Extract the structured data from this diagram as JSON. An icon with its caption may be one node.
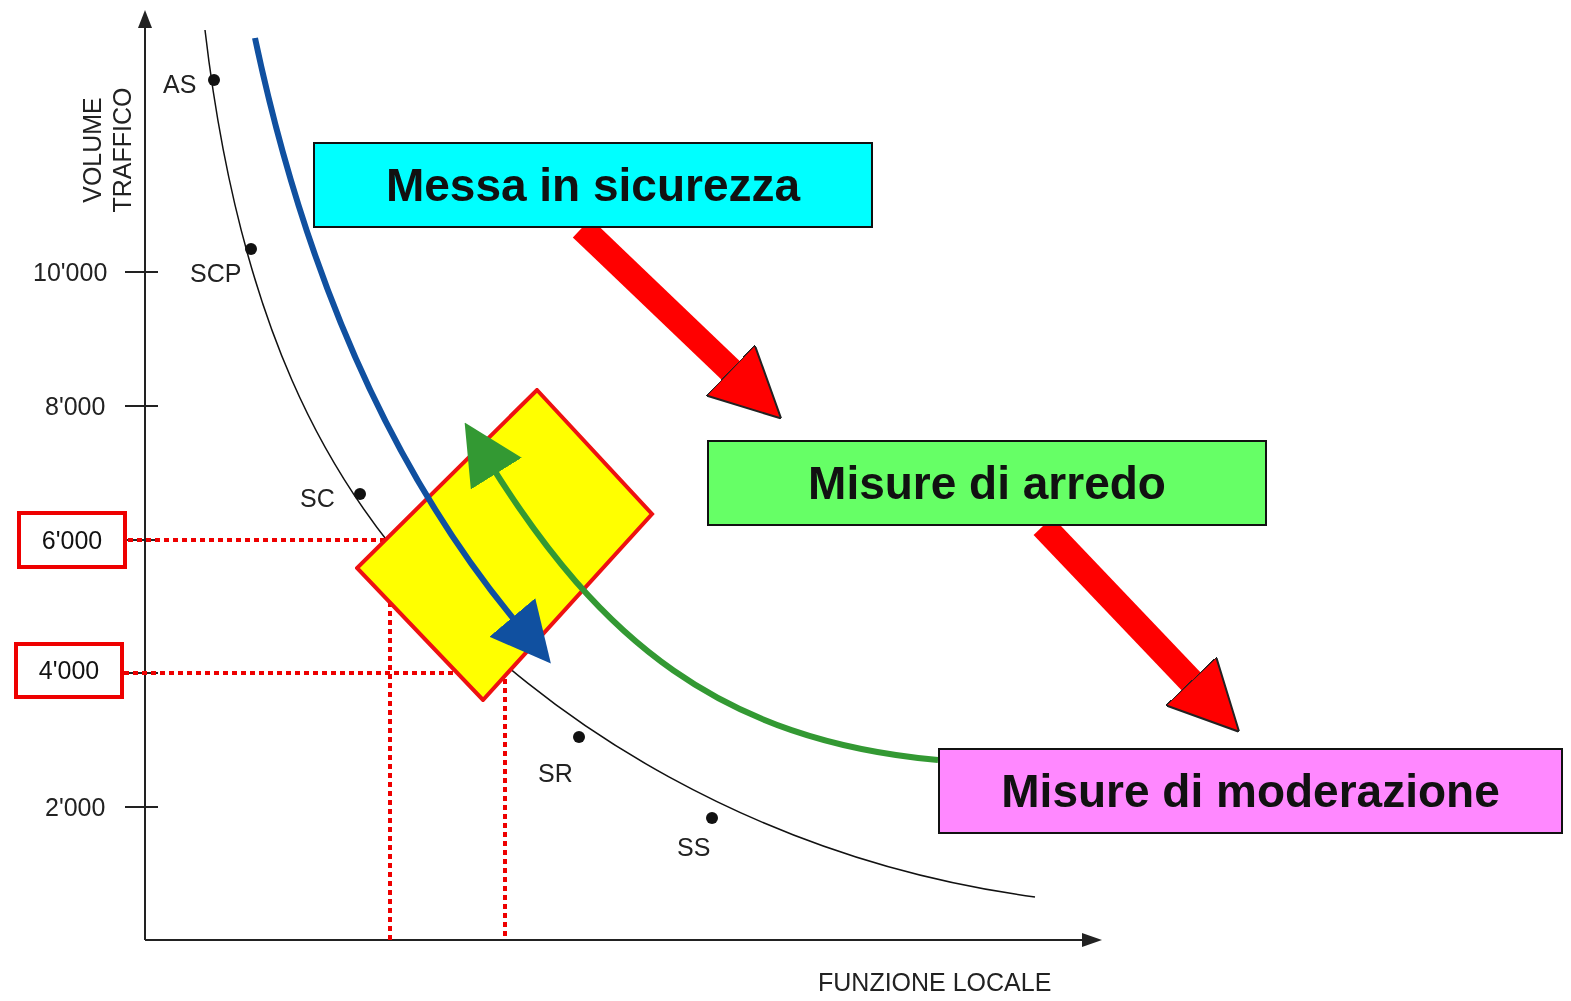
{
  "diagram": {
    "nodes": [
      {
        "text": [
          "Messa in sicurezza"
        ]
      },
      {
        "text": [
          "Misure di arredo"
        ]
      },
      {
        "text": [
          "Misure di moderazione"
        ]
      },
      {
        "text": [],
        "shape": "box"
      },
      {
        "text": [
          "6'000"
        ]
      },
      {
        "text": [
          "4'000"
        ]
      }
    ],
    "edges": [
      {
        "from": 0,
        "to": 1,
        "arrow": "to",
        "style": "thick",
        "color": "#ff0000"
      },
      {
        "from": 1,
        "to": 2,
        "arrow": "to",
        "style": "thick",
        "color": "#ff0000"
      },
      {
        "from": null,
        "to": 3,
        "arrow": "to",
        "color": "#1050a0"
      },
      {
        "from": 2,
        "to": 3,
        "arrow": "to",
        "color": "#339933"
      }
    ],
    "labels": [
      "VOLUME TRAFFICO",
      "10'000",
      "8'000",
      "2'000",
      "AS",
      "SCP",
      "SC",
      "SR",
      "SS",
      "FUNZIONE LOCALE"
    ]
  }
}
